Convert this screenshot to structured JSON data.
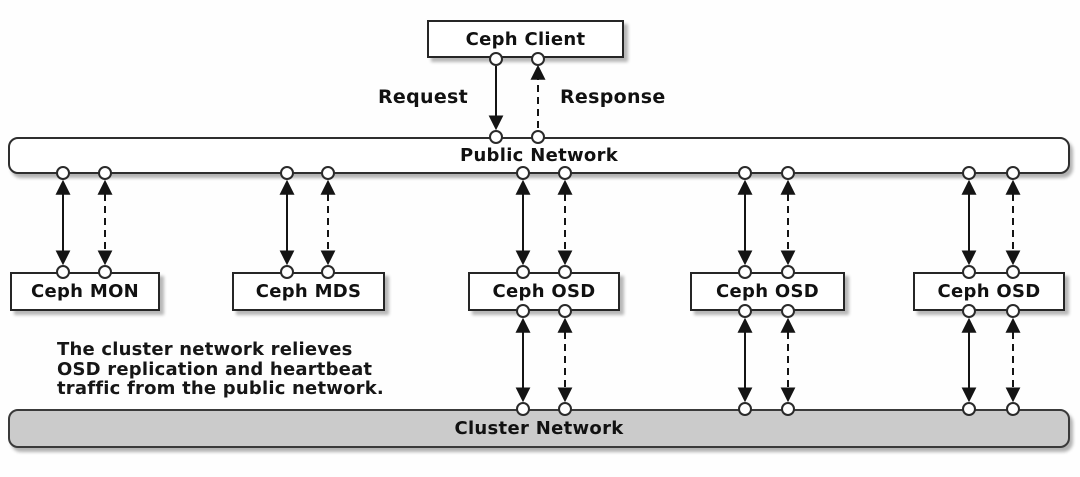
{
  "diagram": {
    "title_hint": "Ceph network architecture",
    "client": {
      "label": "Ceph Client"
    },
    "flow": {
      "request_label": "Request",
      "response_label": "Response",
      "solid_line_meaning": "Request",
      "dashed_line_meaning": "Response"
    },
    "public_network": {
      "label": "Public Network"
    },
    "cluster_network": {
      "label": "Cluster Network"
    },
    "nodes": [
      {
        "label": "Ceph MON",
        "connects_to": "public network only"
      },
      {
        "label": "Ceph MDS",
        "connects_to": "public network only"
      },
      {
        "label": "Ceph OSD",
        "connects_to": "public and cluster networks"
      },
      {
        "label": "Ceph OSD",
        "connects_to": "public and cluster networks"
      },
      {
        "label": "Ceph OSD",
        "connects_to": "public and cluster networks"
      }
    ],
    "caption": {
      "line1": "The cluster network relieves",
      "line2": "OSD replication and heartbeat",
      "line3": "traffic from the public network."
    },
    "colors": {
      "line": "#141414",
      "box_fill": "#ffffff",
      "box_border": "#262626",
      "cluster_bar_fill": "#cbcbcb",
      "background": "#fefefe"
    }
  }
}
